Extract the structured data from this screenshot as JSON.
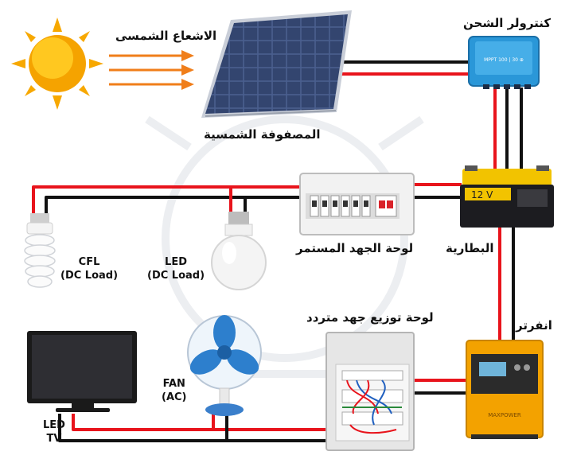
{
  "labels": {
    "solar_radiation": "الاشعاع الشمسى",
    "solar_array": "المصفوفة الشمسية",
    "charge_controller": "كنترولر الشحن",
    "dc_panel": "لوحة الجهد المستمر",
    "battery": "البطارية",
    "ac_panel": "لوحة توزيع جهد متردد",
    "inverter": "انفرتر",
    "cfl": "CFL\n(DC Load)",
    "led_bulb": "LED\n(DC Load)",
    "fan": "FAN\n(AC)",
    "tv": "LED\nTV"
  },
  "device_text": {
    "battery_voltage": "12 V",
    "controller_model": "MPPT 100 | 30 ⊕",
    "inverter_brand": "MAXPOWER"
  },
  "colors": {
    "positive_wire": "#e8141c",
    "negative_wire": "#111111",
    "sun": "#f7a800",
    "arrow": "#f07e1a",
    "controller": "#2a97d8",
    "battery_top": "#f2c300",
    "inverter": "#f3a200",
    "panel": "#3b4e7c"
  }
}
